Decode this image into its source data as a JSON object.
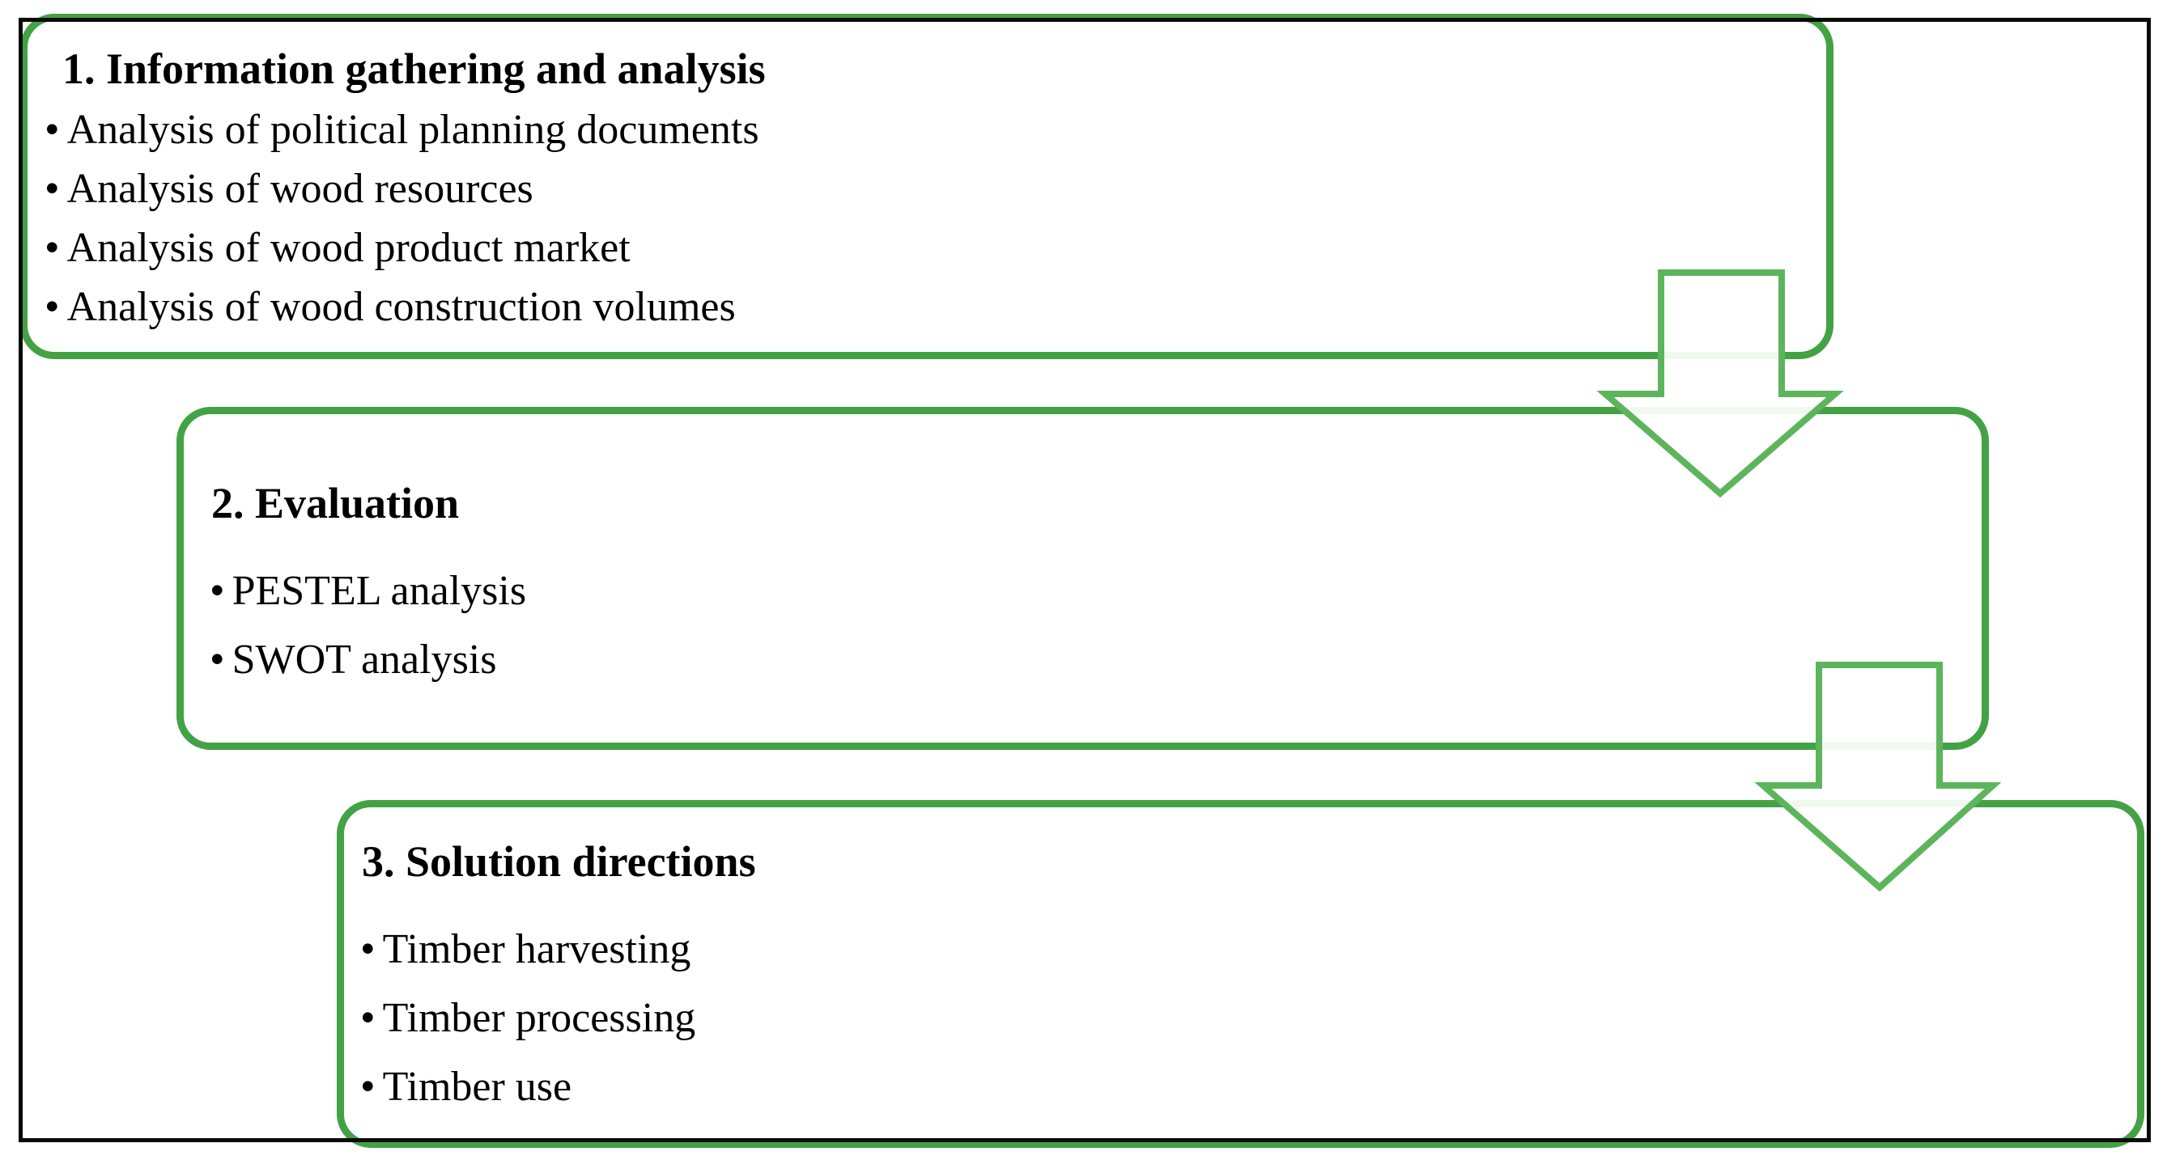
{
  "figure": {
    "type": "flow-diagram",
    "bullet_glyph": "•",
    "colors": {
      "frame": "#0b0b0b",
      "box_border": "#43a244",
      "arrow_border": "#5cb55c",
      "text": "#000000"
    },
    "stages": [
      {
        "title": "1. Information gathering and analysis",
        "bullets": [
          "Analysis of political planning documents",
          "Analysis of wood resources",
          "Analysis of wood product market",
          "Analysis of wood construction volumes"
        ]
      },
      {
        "title": "2. Evaluation",
        "bullets": [
          "PESTEL analysis",
          "SWOT analysis"
        ]
      },
      {
        "title": "3. Solution directions",
        "bullets": [
          "Timber harvesting",
          "Timber processing",
          "Timber use"
        ]
      }
    ],
    "arrows": [
      {
        "name": "down-arrow-stage1-to-stage2"
      },
      {
        "name": "down-arrow-stage2-to-stage3"
      }
    ]
  }
}
